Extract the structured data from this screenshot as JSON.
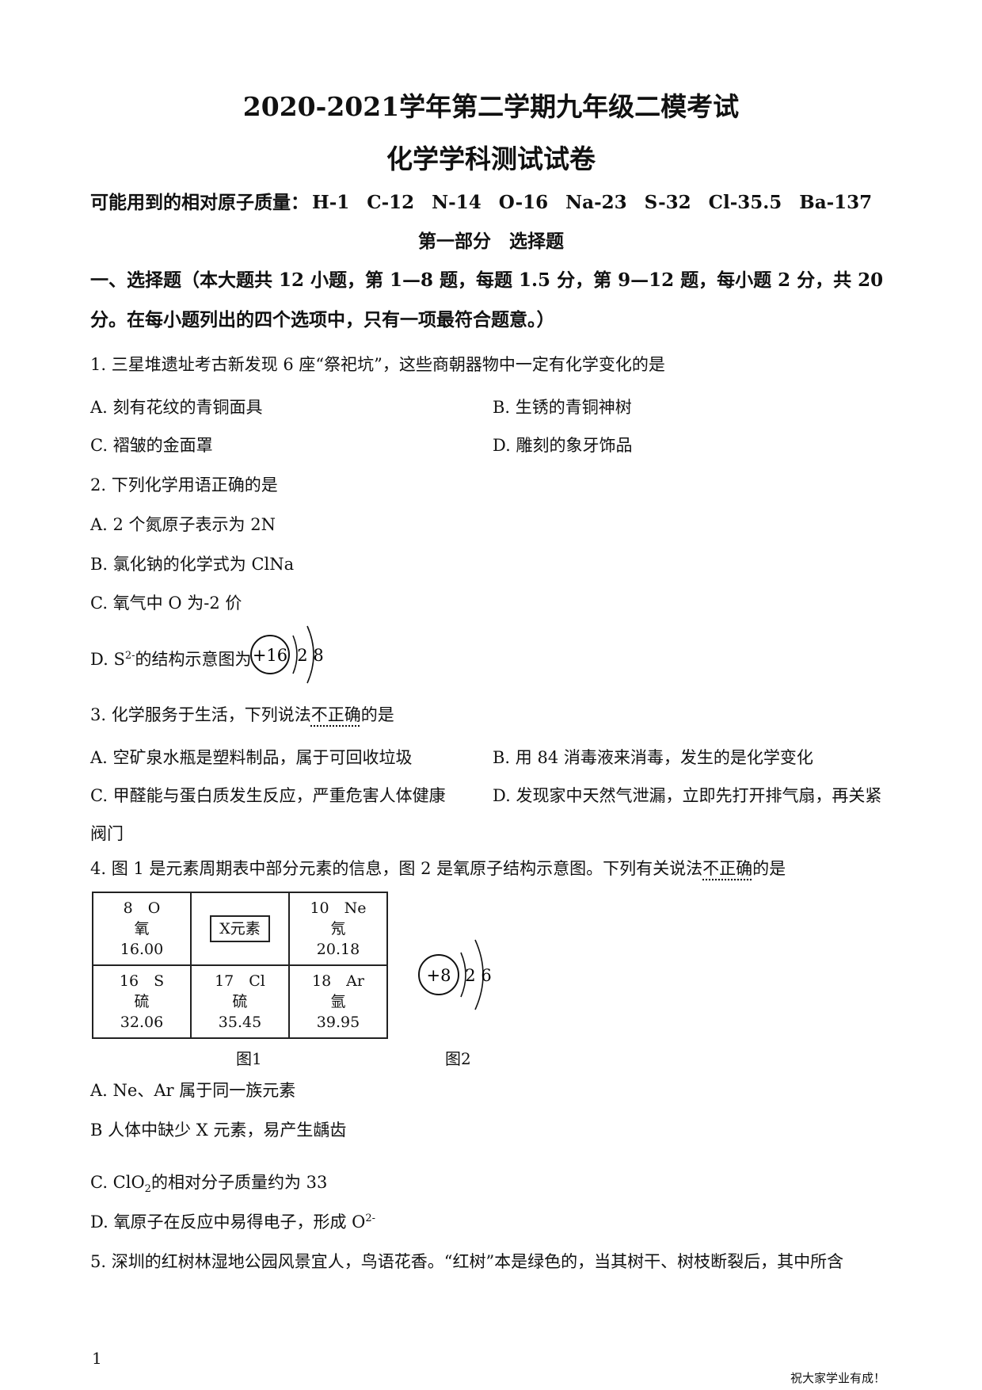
{
  "header": {
    "title_line1": "2020-2021学年第二学期九年级二模考试",
    "title_line2": "化学学科测试试卷",
    "masses_label": "可能用到的相对原子质量：",
    "masses": [
      "H-1",
      "C-12",
      "N-14",
      "O-16",
      "Na-23",
      "S-32",
      "Cl-35.5",
      "Ba-137"
    ]
  },
  "part": {
    "title": "第一部分　选择题"
  },
  "section": {
    "line1": "一、选择题（本大题共 12 小题，第 1—8 题，每题 1.5 分，第 9—12 题，每小题 2 分，共 20",
    "line2": "分。在每小题列出的四个选项中，只有一项最符合题意。）"
  },
  "q1": {
    "stem": "1. 三星堆遗址考古新发现 6 座“祭祀坑”，这些商朝器物中一定有化学变化的是",
    "A": "A. 刻有花纹的青铜面具",
    "B": "B. 生锈的青铜神树",
    "C": "C. 褶皱的金面罩",
    "D": "D. 雕刻的象牙饰品"
  },
  "q2": {
    "stem": "2. 下列化学用语正确的是",
    "A": "A. 2 个氮原子表示为 2N",
    "B": "B. 氯化钠的化学式为 ClNa",
    "C": "C. 氧气中 O 为-2 价",
    "D_pre": "D. S",
    "D_sup": "2-",
    "D_post": "的结构示意图为",
    "D_nucleus": "+16",
    "D_shells": "2 8"
  },
  "q3": {
    "stem_pre": "3. 化学服务于生活，下列说法",
    "stem_em": "不正确",
    "stem_post": "的是",
    "A": "A. 空矿泉水瓶是塑料制品，属于可回收垃圾",
    "B": "B. 用 84 消毒液来消毒，发生的是化学变化",
    "C": "C. 甲醛能与蛋白质发生反应，严重危害人体健康",
    "D": "D. 发现家中天然气泄漏，立即先打开排气扇，再关紧",
    "D_cont": "阀门"
  },
  "q4": {
    "stem_pre": "4. 图 1 是元素周期表中部分元素的信息，图 2 是氧原子结构示意图。下列有关说法",
    "stem_em": "不正确",
    "stem_post": "的是",
    "table": [
      [
        {
          "line1": "8　O",
          "line2": "氧",
          "line3": "16.00"
        },
        {
          "box": "X元素"
        },
        {
          "line1": "10　Ne",
          "line2": "氖",
          "line3": "20.18"
        }
      ],
      [
        {
          "line1": "16　S",
          "line2": "硫",
          "line3": "32.06"
        },
        {
          "line1": "17　Cl",
          "line2": "硫",
          "line3": "35.45"
        },
        {
          "line1": "18　Ar",
          "line2": "氩",
          "line3": "39.95"
        }
      ]
    ],
    "fig1_caption": "图1",
    "fig2_caption": "图2",
    "fig2_nucleus": "+8",
    "fig2_shells": "2 6",
    "A": "A. Ne、Ar 属于同一族元素",
    "B": "B  人体中缺少 X 元素，易产生龋齿",
    "C_pre": "C. ClO",
    "C_sub": "2",
    "C_post": "的相对分子质量约为 33",
    "D_pre": "D. 氧原子在反应中易得电子，形成 O",
    "D_sup": "2-"
  },
  "q5": {
    "stem": "5. 深圳的红树林湿地公园风景宜人，鸟语花香。“红树”本是绿色的，当其树干、树枝断裂后，其中所含"
  },
  "footer": {
    "page_number": "1",
    "slogan": "祝大家学业有成！"
  }
}
